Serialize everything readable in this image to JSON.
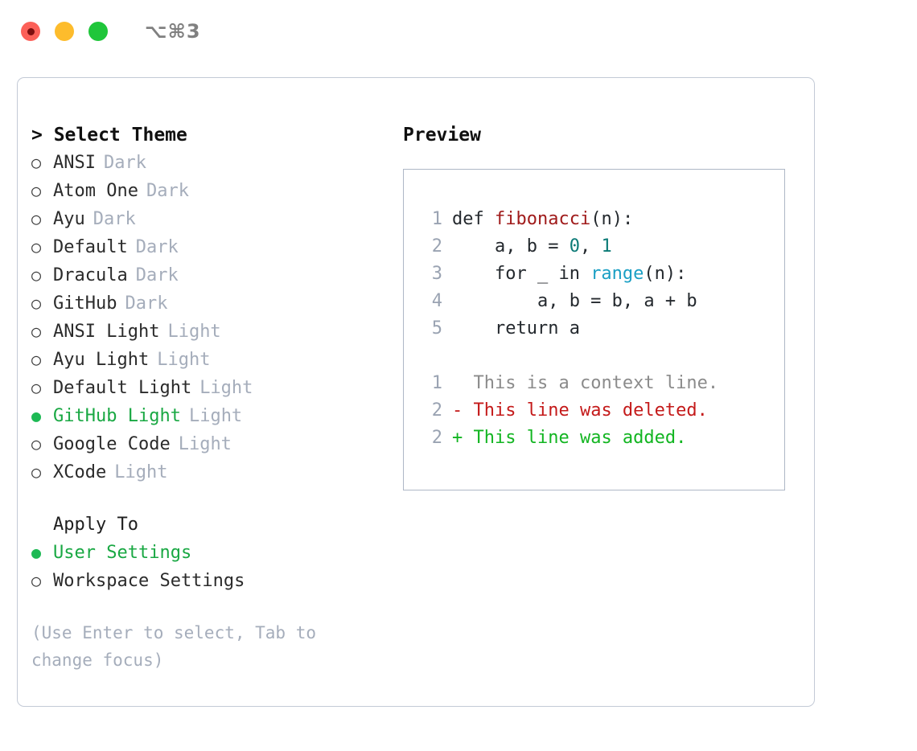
{
  "titlebar": {
    "shortcut": "⌥⌘3",
    "lights": [
      "close-red",
      "minimize-amber",
      "maximize-green"
    ]
  },
  "left": {
    "header": "> Select Theme",
    "themes": [
      {
        "bullet": "○",
        "name": "ANSI",
        "variant": "Dark",
        "selected": false
      },
      {
        "bullet": "○",
        "name": "Atom One",
        "variant": "Dark",
        "selected": false
      },
      {
        "bullet": "○",
        "name": "Ayu",
        "variant": "Dark",
        "selected": false
      },
      {
        "bullet": "○",
        "name": "Default",
        "variant": "Dark",
        "selected": false
      },
      {
        "bullet": "○",
        "name": "Dracula",
        "variant": "Dark",
        "selected": false
      },
      {
        "bullet": "○",
        "name": "GitHub",
        "variant": "Dark",
        "selected": false
      },
      {
        "bullet": "○",
        "name": "ANSI Light",
        "variant": "Light",
        "selected": false
      },
      {
        "bullet": "○",
        "name": "Ayu Light",
        "variant": "Light",
        "selected": false
      },
      {
        "bullet": "○",
        "name": "Default Light",
        "variant": "Light",
        "selected": false
      },
      {
        "bullet": "●",
        "name": "GitHub Light",
        "variant": "Light",
        "selected": true
      },
      {
        "bullet": "○",
        "name": "Google Code",
        "variant": "Light",
        "selected": false
      },
      {
        "bullet": "○",
        "name": "XCode",
        "variant": "Light",
        "selected": false
      }
    ],
    "apply_to_header": "Apply To",
    "apply_to": [
      {
        "bullet": "●",
        "name": "User Settings",
        "selected": true
      },
      {
        "bullet": "○",
        "name": "Workspace Settings",
        "selected": false
      }
    ],
    "hint": "(Use Enter to select, Tab to change focus)"
  },
  "right": {
    "header": "Preview",
    "code_lines": [
      {
        "num": "1",
        "tokens": [
          {
            "text": "def ",
            "kind": "plain"
          },
          {
            "text": "fibonacci",
            "kind": "fn"
          },
          {
            "text": "(n):",
            "kind": "plain"
          }
        ]
      },
      {
        "num": "2",
        "tokens": [
          {
            "text": "    a, b = ",
            "kind": "plain"
          },
          {
            "text": "0",
            "kind": "num"
          },
          {
            "text": ", ",
            "kind": "plain"
          },
          {
            "text": "1",
            "kind": "num"
          }
        ]
      },
      {
        "num": "3",
        "tokens": [
          {
            "text": "    for _ in ",
            "kind": "plain"
          },
          {
            "text": "range",
            "kind": "call"
          },
          {
            "text": "(n):",
            "kind": "plain"
          }
        ]
      },
      {
        "num": "4",
        "tokens": [
          {
            "text": "        a, b = b, a + b",
            "kind": "plain"
          }
        ]
      },
      {
        "num": "5",
        "tokens": [
          {
            "text": "    return a",
            "kind": "plain"
          }
        ]
      }
    ],
    "diff_lines": [
      {
        "num": "1",
        "marker": "  ",
        "text": "This is a context line.",
        "kind": "ctx"
      },
      {
        "num": "2",
        "marker": "- ",
        "text": "This line was deleted.",
        "kind": "del"
      },
      {
        "num": "2",
        "marker": "+ ",
        "text": "This line was added.",
        "kind": "add"
      }
    ]
  },
  "colors": {
    "accent_green": "#19a843",
    "muted": "#a5adbb",
    "border": "#c3cad6",
    "preview_border": "#aeb7c6",
    "fn_red": "#a01b1b",
    "num_teal": "#0b7a76",
    "call_blue": "#1a9fc4",
    "diff_add": "#12b521",
    "diff_del": "#c41a1a"
  }
}
